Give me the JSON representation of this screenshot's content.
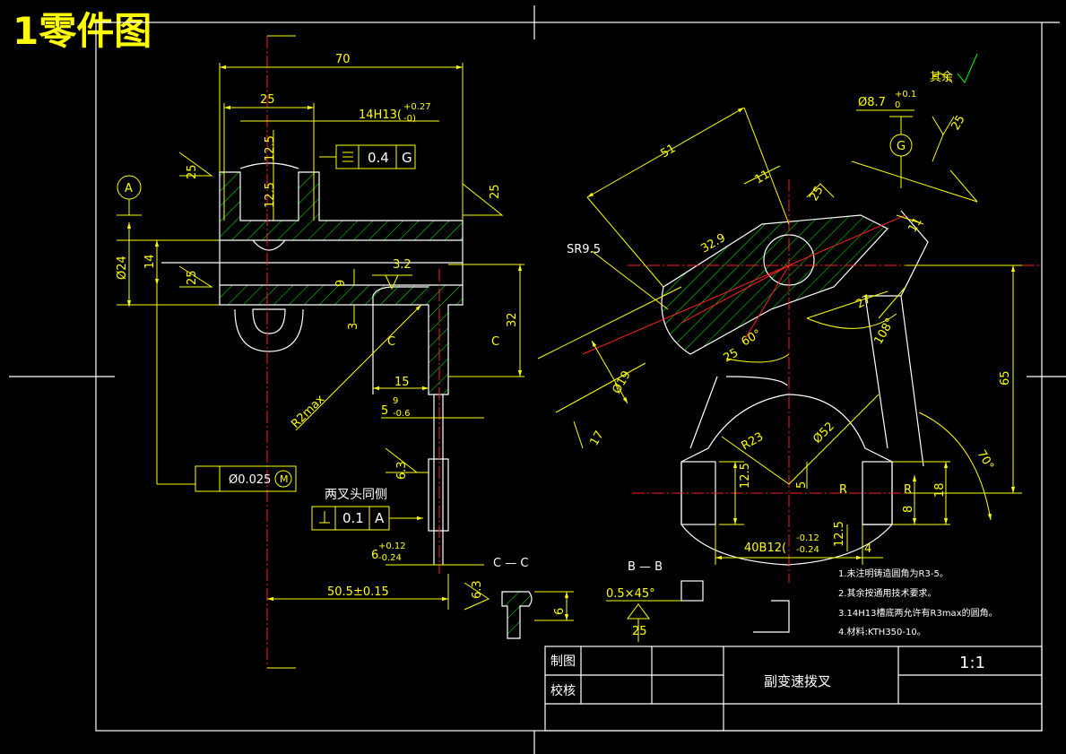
{
  "header": {
    "title": "1零件图"
  },
  "dimensions": {
    "d70": "70",
    "d25_top": "25",
    "tol_14H13": "14H13(",
    "tol_upper": "+0.27",
    "tol_lower": "-0)",
    "d12_5a": "12.5",
    "d12_5b": "12.5",
    "flat_val": "0.4",
    "flat_ref": "G",
    "datum_a": "A",
    "d25_rough_left": "25",
    "d25_rough_right": "25",
    "phi24": "Ø24",
    "d14": "14",
    "d25_side": "25",
    "d9": "9",
    "d3": "3",
    "r3_2": "3.2",
    "d32": "32",
    "c_left": "C",
    "c_right": "C",
    "r2max": "R2max",
    "d15": "15",
    "d5_top": "5",
    "d5_top2": "9",
    "d5_bot": "-0.6",
    "d6_3": "6.3",
    "pos_tol": "Ø0.025",
    "pos_mod": "M",
    "both_sides": "两叉头同侧",
    "perp_val": "0.1",
    "perp_ref": "A",
    "d6_main": "6",
    "d6_up": "+0.12",
    "d6_low": "-0.24",
    "d50_5": "50.5±0.15",
    "d6_3b": "6.3",
    "section_cc": "C — C",
    "section_bb": "B — B",
    "chamfer": "0.5×45°",
    "rough25": "25",
    "sec_d6": "6",
    "phi8_7": "Ø8.7",
    "phi8_up": "+0.1",
    "phi8_low": "0",
    "datum_g": "G",
    "rough_g": "25",
    "d51": "51",
    "d11": "11",
    "d11b": "11",
    "rough_top25": "25",
    "sr9_5": "SR9.5",
    "d32_9": "32.9",
    "d27": "27",
    "d108": "108°",
    "d60": "60°",
    "d25_mid": "25",
    "phi19": "Ø19",
    "d17": "17",
    "d65": "65",
    "r23": "R23",
    "phi52": "Ø52",
    "d70deg": "70°",
    "d12_5c": "12.5",
    "d5_mid": "5",
    "r_left": "R",
    "r_right": "R",
    "d8": "8",
    "d18": "18",
    "d12_5d": "12.5",
    "d4": "4",
    "d40b12": "40B12(",
    "d40_up": "-0.12",
    "d40_low": "-0.24"
  },
  "roughness_other": "其余",
  "notes": [
    "1.未注明铸造圆角为R3-5。",
    "2.其余按通用技术要求。",
    "3.14H13槽底两允许有R3max的圆角。",
    "4.材料:KTH350-10。"
  ],
  "title_block": {
    "drawn_label": "制图",
    "checked_label": "校核",
    "part_name": "副变速拨叉",
    "scale": "1:1"
  },
  "colors": {
    "background": "#000000",
    "dimension": "#ffff00",
    "outline": "#ffffff",
    "hatch": "#00ff00",
    "centerline": "#ff2020"
  }
}
